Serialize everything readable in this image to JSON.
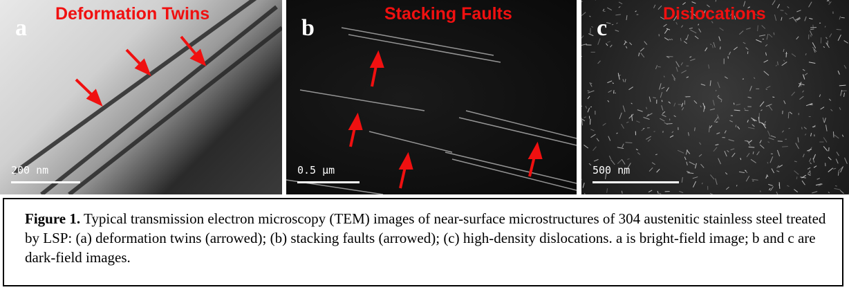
{
  "panels": [
    {
      "letter": "a",
      "title": "Deformation Twins",
      "scale": "200 nm"
    },
    {
      "letter": "b",
      "title": "Stacking Faults",
      "scale": "0.5 µm"
    },
    {
      "letter": "c",
      "title": "Dislocations",
      "scale": "500 nm"
    }
  ],
  "caption": {
    "label": "Figure 1.",
    "text": " Typical transmission electron microscopy (TEM) images of near-surface microstructures of 304 austenitic stainless steel treated by LSP: (a) deformation twins (arrowed); (b) stacking faults (arrowed); (c) high-density dislocations. a is bright-field image; b and c are dark-field images."
  },
  "colors": {
    "arrow": "#f01010"
  }
}
